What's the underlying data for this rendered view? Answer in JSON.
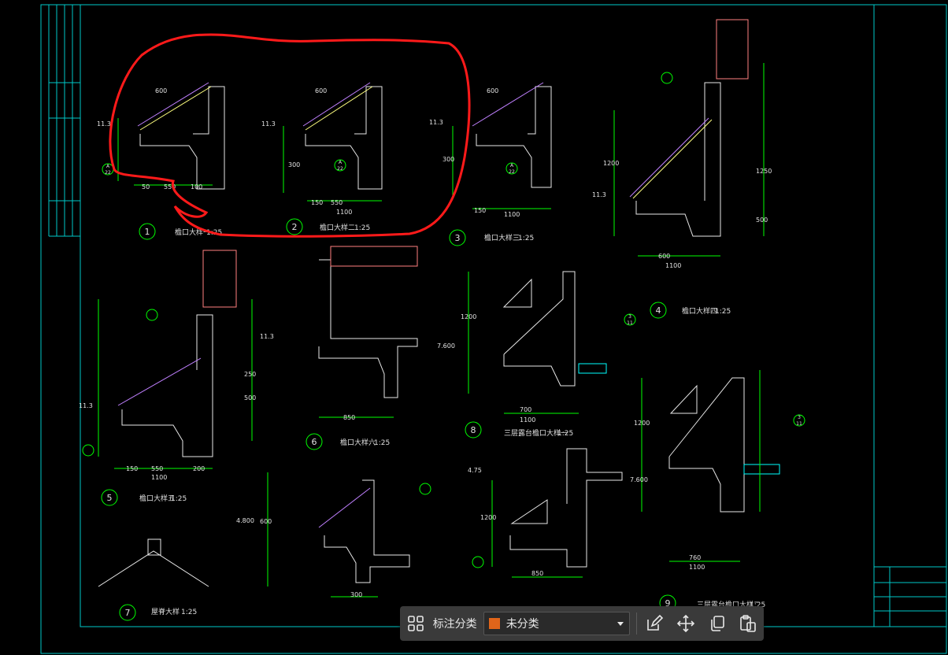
{
  "drawing": {
    "details": [
      {
        "num": "1",
        "title": "檐口大样一",
        "scale": "1:25"
      },
      {
        "num": "2",
        "title": "檐口大样二",
        "scale": "1:25"
      },
      {
        "num": "3",
        "title": "檐口大样三",
        "scale": "1:25"
      },
      {
        "num": "4",
        "title": "檐口大样四",
        "scale": "1:25"
      },
      {
        "num": "5",
        "title": "檐口大样五",
        "scale": "1:25"
      },
      {
        "num": "6",
        "title": "檐口大样六",
        "scale": "1:25"
      },
      {
        "num": "7",
        "title": "屋脊大样",
        "scale": "1:25"
      },
      {
        "num": "8",
        "title": "三层露台檐口大样一",
        "scale": "1:25"
      },
      {
        "num": "9",
        "title": "三层露台檐口大样二",
        "scale": "1:25"
      }
    ],
    "dims": {
      "d600": "600",
      "d550": "550",
      "d1100": "1100",
      "d150": "150",
      "d100": "100",
      "d50": "50",
      "d250": "250",
      "d500": "500",
      "d300": "300",
      "d1200": "1200",
      "d1250": "1250",
      "d700": "700",
      "d850": "850",
      "d760": "760",
      "d200": "200",
      "elev1": "11.3",
      "elev2": "7.600",
      "elev3": "4.800",
      "elev4": "4.75"
    },
    "marks": {
      "a": "A",
      "n22": "22",
      "n3": "3",
      "n11": "11"
    }
  },
  "toolbar": {
    "label": "标注分类",
    "category": "未分类",
    "category_color": "#e0651a"
  },
  "colors": {
    "line": "#00ffff",
    "dim": "#00ff00",
    "text": "#e8e8e8",
    "markup": "#ff1a1a"
  }
}
